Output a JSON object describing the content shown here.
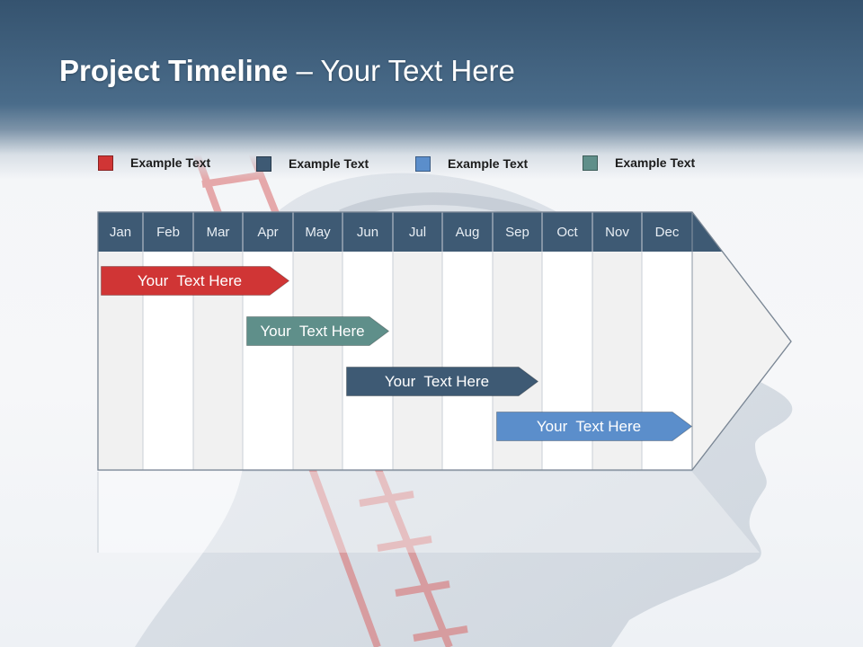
{
  "slide": {
    "title_bold": "Project Timeline",
    "title_rest": " – Your Text Here"
  },
  "legend": [
    {
      "label": "Example Text",
      "color": "#d03535"
    },
    {
      "label": "Example Text",
      "color": "#3e5a74"
    },
    {
      "label": "Example Text",
      "color": "#5b8ecb"
    },
    {
      "label": "Example Text",
      "color": "#5f8f8a"
    }
  ],
  "timeline": {
    "months": [
      "Jan",
      "Feb",
      "Mar",
      "Apr",
      "May",
      "Jun",
      "Jul",
      "Aug",
      "Sep",
      "Oct",
      "Nov",
      "Dec"
    ],
    "header_color": "#3e5a74",
    "tasks": [
      {
        "label": "Your  Text Here",
        "color": "#d03535",
        "start_month": "Jan",
        "end_month": "Apr"
      },
      {
        "label": "Your  Text Here",
        "color": "#5f8f8a",
        "start_month": "Apr",
        "end_month": "Jun"
      },
      {
        "label": "Your  Text Here",
        "color": "#3e5a74",
        "start_month": "Jun",
        "end_month": "Sep"
      },
      {
        "label": "Your  Text Here",
        "color": "#5b8ecb",
        "start_month": "Sep",
        "end_month": "Dec"
      }
    ]
  }
}
